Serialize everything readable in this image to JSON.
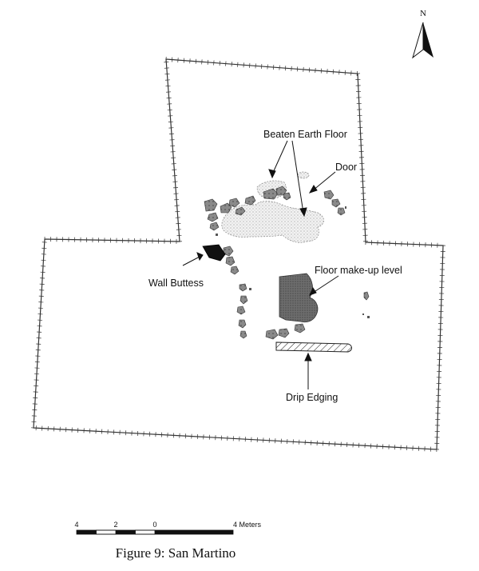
{
  "north_arrow": {
    "label": "N",
    "icon": "north-arrow-icon"
  },
  "labels": {
    "beaten_earth_floor": "Beaten Earth Floor",
    "door": "Door",
    "wall_buttess": "Wall Buttess",
    "floor_makeup_level": "Floor make-up level",
    "drip_edging": "Drip Edging"
  },
  "scale_bar": {
    "ticks": [
      "4",
      "2",
      "0",
      "4 Meters"
    ]
  },
  "caption": "Figure 9: San Martino"
}
